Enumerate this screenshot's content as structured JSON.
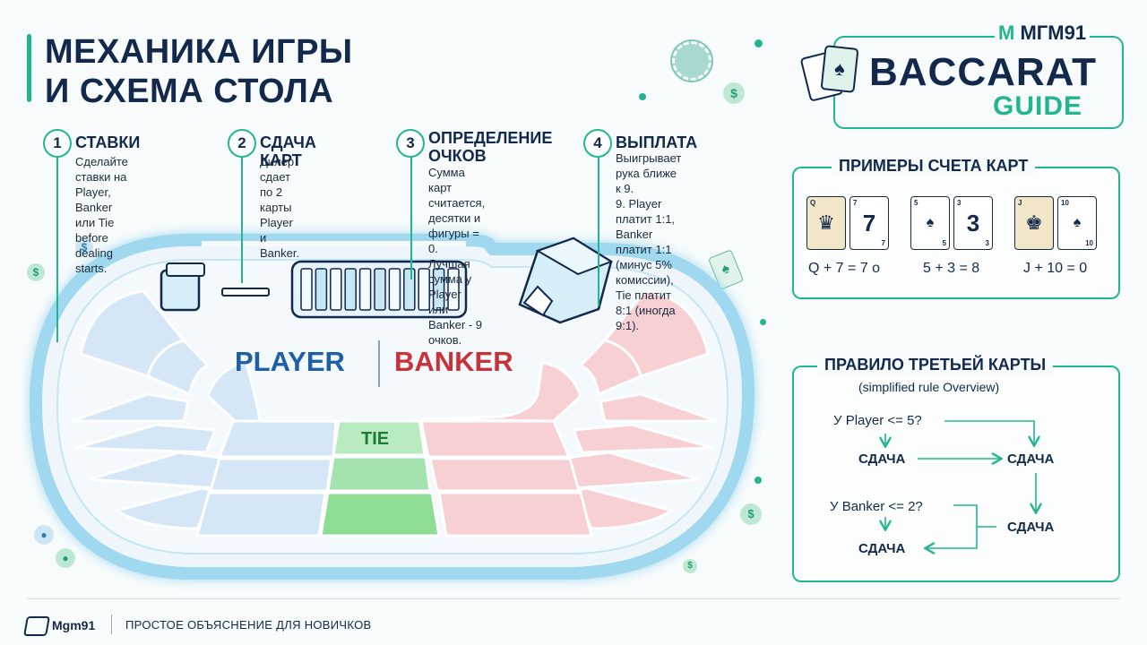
{
  "title": {
    "line1": "МЕХАНИКА ИГРЫ",
    "line2": "И СХЕМА СТОЛА"
  },
  "brand": {
    "logo_m": "M",
    "logo_text": "МГМ91",
    "name": "BACCARAT",
    "sub": "GUIDE"
  },
  "steps": [
    {
      "num": "1",
      "title": "СТАВКИ",
      "text": [
        "Сделайте ставки на",
        "Player, Banker или Tie",
        "before dealing starts."
      ]
    },
    {
      "num": "2",
      "title": "СДАЧА КАРТ",
      "text": [
        "Дилер сдает по 2",
        "карты Player и Banker."
      ]
    },
    {
      "num": "3",
      "title_lines": [
        "ОПРЕДЕЛЕНИЕ",
        "ОЧКОВ"
      ],
      "text": [
        "Сумма карт считается,",
        "десятки и фигуры = 0.",
        "Лучшая сумма у Player",
        "или Banker - 9 очков."
      ]
    },
    {
      "num": "4",
      "title": "ВЫПЛАТА",
      "text": [
        "Выигрывает рука ближе к 9.",
        "9. Player платит 1:1,",
        "Banker платит 1:1",
        "(минус 5% комиссии),",
        "Tie платит 8:1 (иногда 9:1)."
      ]
    }
  ],
  "table": {
    "player": "PLAYER",
    "banker": "BANKER",
    "tie": "TIE"
  },
  "examples": {
    "title": "ПРИМЕРЫ СЧЕТА КАРТ",
    "cards": [
      {
        "rank": "Q",
        "face": true,
        "glyph": "♛"
      },
      {
        "rank": "7",
        "face": false,
        "glyph": "7"
      },
      {
        "rank": "5",
        "face": false,
        "glyph": "♠"
      },
      {
        "rank": "3",
        "face": false,
        "glyph": "3"
      },
      {
        "rank": "J",
        "face": true,
        "glyph": "♚"
      },
      {
        "rank": "10",
        "face": false,
        "glyph": "♠"
      }
    ],
    "equations": [
      "Q + 7 = 7 o",
      "5 + 3 = 8",
      "J + 10 = 0"
    ]
  },
  "third_card": {
    "title": "ПРАВИЛО ТРЕТЬЕЙ КАРТЫ",
    "subtitle": "(simplified rule Overview)",
    "player_q": "У Player <= 5?",
    "banker_q": "У Banker <= 2?",
    "deal": "СДАЧА"
  },
  "footer": {
    "brand": "Mgm91",
    "text": "ПРОСТОЕ ОБЪЯСНЕНИЕ ДЛЯ НОВИЧКОВ"
  },
  "colors": {
    "accent": "#22b68f",
    "navy": "#13294b",
    "player": "#1f5fa8",
    "banker": "#c8333a",
    "tie_green": "#8fdc94"
  }
}
